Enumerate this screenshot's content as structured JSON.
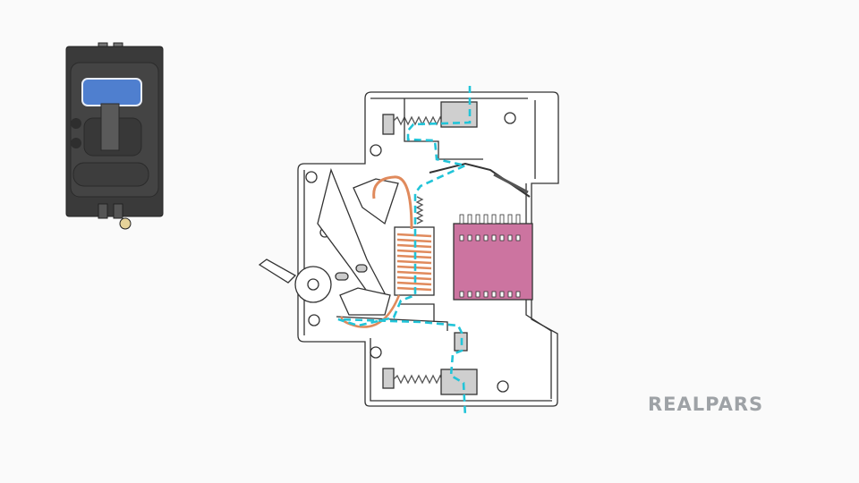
{
  "brand": {
    "logo_text": "REALPARS"
  },
  "colors": {
    "background": "#fafafa",
    "outline": "#333333",
    "housing": "#ffffff",
    "contact": "#cfcfcf",
    "arc_chute": "#cc74a0",
    "coil": "#e08a5c",
    "current_path": "#22c4d8",
    "breaker_body": "#3a3a3a",
    "breaker_window": "#4f7fcf",
    "terminal_screw": "#e6d39a"
  },
  "icons": [
    "miniature-circuit-breaker-icon",
    "breaker-cross-section-diagram",
    "current-path-line"
  ]
}
